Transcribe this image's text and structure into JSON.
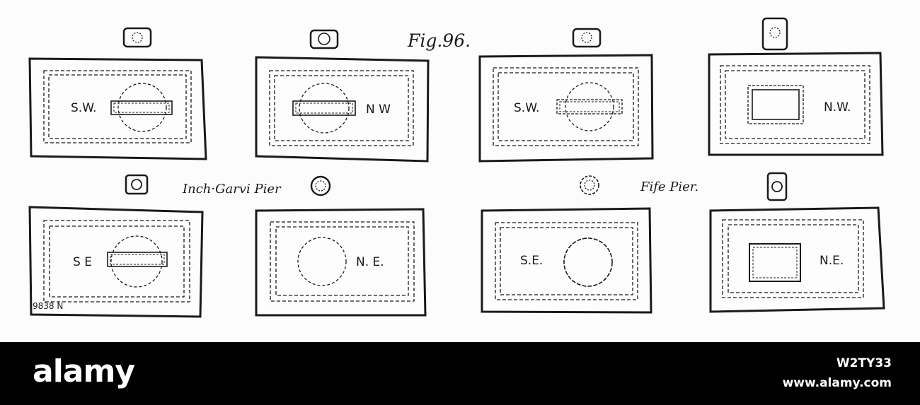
{
  "figure": {
    "title": "Fig.96.",
    "left_pier_label": "Inch·Garvi Pier",
    "right_pier_label": "Fife Pier.",
    "plate_number": "9838 N",
    "plans": {
      "top_1": "S.W.",
      "top_2": "N W",
      "top_3": "S.W.",
      "top_4": "N.W.",
      "bottom_1": "S E",
      "bottom_2": "N. E.",
      "bottom_3": "S.E.",
      "bottom_4": "N.E."
    }
  },
  "watermark": {
    "brand": "alamy",
    "image_id": "W2TY33",
    "site": "www.alamy.com"
  },
  "colors": {
    "ink": "#1a1a1a",
    "paper": "#fcfcfc",
    "footer_bg": "#000000",
    "footer_text": "#ffffff"
  }
}
